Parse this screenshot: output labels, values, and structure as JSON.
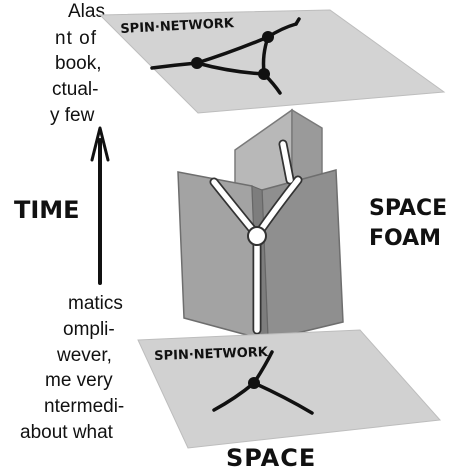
{
  "text_fragments": [
    "Alas,",
    "nt  of",
    "book,",
    "ctual-",
    "y  few",
    "matics",
    "ompli-",
    "wever,",
    "me very",
    "ntermedi-",
    "about  what"
  ],
  "labels": {
    "spin_network_top": "SPIN·NETWORK",
    "spin_network_bottom": "SPIN·NETWORK",
    "time": "TIME",
    "space_foam_line1": "SPACE",
    "space_foam_line2": "FOAM",
    "space": "SPACE"
  },
  "colors": {
    "plane_top": "#d3d3d3",
    "plane_bottom": "#d1d1d1",
    "foam_sheet": "#9e9e9e",
    "foam_sheet_back": "#b8b8b8",
    "ink": "#111111"
  }
}
